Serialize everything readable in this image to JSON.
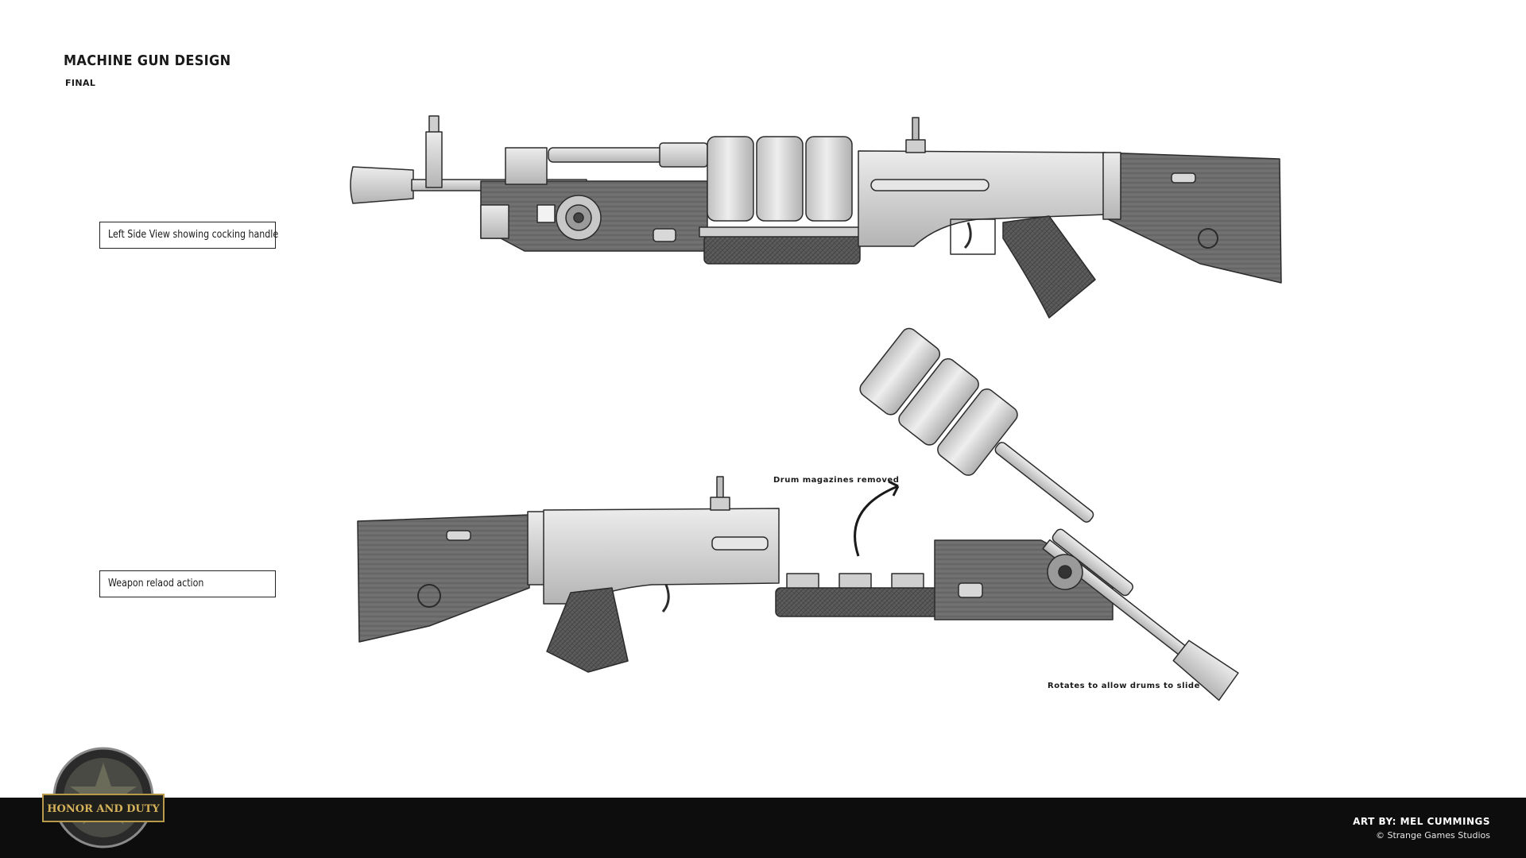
{
  "header": {
    "title": "MACHINE GUN DESIGN",
    "subtitle": "FINAL"
  },
  "labels": {
    "view_top": "Left Side View showing cocking handle",
    "view_bottom": "Weapon relaod action"
  },
  "annotations": {
    "drums": "Drum magazines removed",
    "rotate": "Rotates to allow drums to slide off"
  },
  "footer": {
    "credit": "ART BY: MEL CUMMINGS",
    "copyright": "© Strange Games Studios"
  },
  "logo": {
    "text": "HONOR AND DUTY"
  },
  "colors": {
    "background": "#ffffff",
    "metal": "#d2d2d2",
    "wood": "#6b6b6b",
    "outline": "#2b2b2b",
    "footer": "#0d0d0d"
  }
}
